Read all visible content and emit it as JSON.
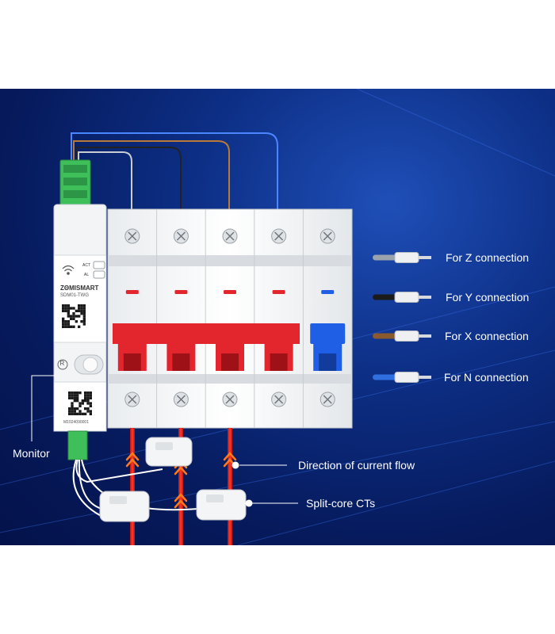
{
  "device": {
    "brand": "ZΘMISMART",
    "model": "SDM01-TWG",
    "act_label": "ACT",
    "al_label": "AL",
    "serial": "M1024090001",
    "registered_mark": "R"
  },
  "connections": [
    {
      "label": "For Z connection",
      "wire_color": "#9aa3ad"
    },
    {
      "label": "For Y connection",
      "wire_color": "#1b1b1b"
    },
    {
      "label": "For X connection",
      "wire_color": "#8a5a2e"
    },
    {
      "label": "For N connection",
      "wire_color": "#2f6fe0"
    }
  ],
  "callouts": {
    "monitor": "Monitor",
    "current_flow": "Direction of current flow",
    "cts": "Split-core CTs"
  },
  "colors": {
    "background": "#0a2a7a",
    "breaker_red": "#e3262e",
    "breaker_blue": "#1f5fe6",
    "terminal_green": "#3fbf5a"
  }
}
